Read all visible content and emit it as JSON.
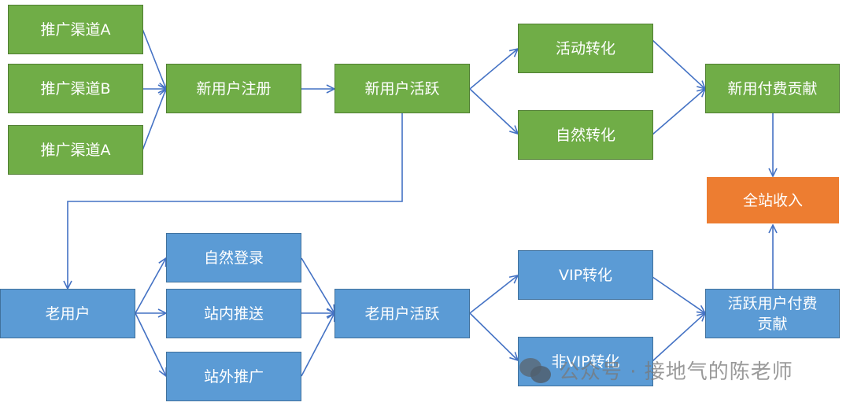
{
  "nodes": {
    "channel_a1": "推广渠道A",
    "channel_b": "推广渠道B",
    "channel_a2": "推广渠道A",
    "new_user_register": "新用户注册",
    "new_user_active": "新用户活跃",
    "activity_conversion": "活动转化",
    "natural_conversion": "自然转化",
    "new_paid_contribution": "新用付费贡献",
    "site_revenue": "全站收入",
    "old_user": "老用户",
    "natural_login": "自然登录",
    "onsite_push": "站内推送",
    "offsite_promo": "站外推广",
    "old_user_active": "老用户活跃",
    "vip_conversion": "VIP转化",
    "non_vip_conversion": "非VIP转化",
    "active_paid_contribution": "活跃用户付费贡献"
  },
  "colors": {
    "new_user_fill": "#70ad47",
    "old_user_fill": "#5b9bd5",
    "revenue_fill": "#ed7d31",
    "connector": "#4472c4"
  },
  "watermark": {
    "icon": "wechat-icon",
    "text": "公众号 · 接地气的陈老师"
  }
}
